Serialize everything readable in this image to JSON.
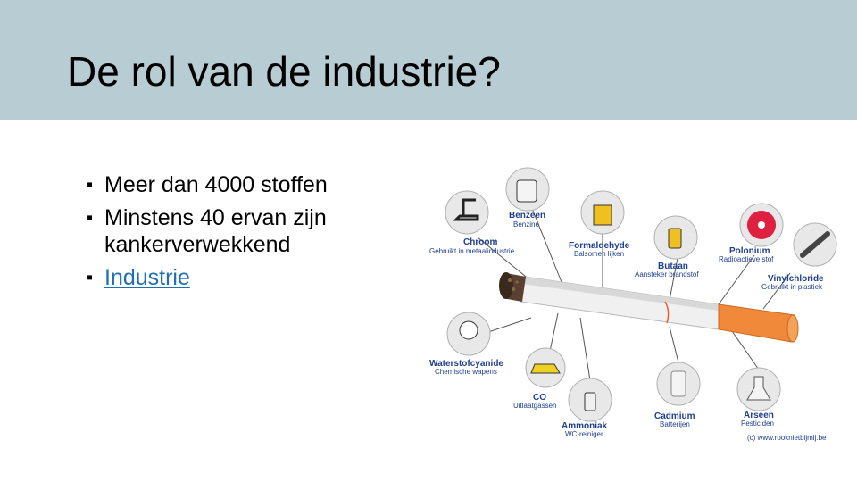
{
  "slide": {
    "title": "De rol van de industrie?",
    "bullets": [
      {
        "text": "Meer dan 4000 stoffen",
        "link": false
      },
      {
        "text": "Minstens 40 ervan zijn kankerverwekkend",
        "link": false
      },
      {
        "text": "Industrie",
        "link": true
      }
    ]
  },
  "figure": {
    "substances": [
      {
        "name": "Chroom",
        "use": "Gebruikt in metaalindustrie",
        "icon": "crane-icon"
      },
      {
        "name": "Benzeen",
        "use": "Benzine",
        "icon": "jerrycan-icon"
      },
      {
        "name": "Formaldehyde",
        "use": "Balsomen lijken",
        "icon": "formaldehyde-bottle-icon"
      },
      {
        "name": "Butaan",
        "use": "Aansteker brandstof",
        "icon": "lighter-icon"
      },
      {
        "name": "Polonium",
        "use": "Radioactieve stof",
        "icon": "radiation-icon"
      },
      {
        "name": "Vinylchloride",
        "use": "Gebruikt in plastiek",
        "icon": "pipe-icon"
      },
      {
        "name": "Waterstofcyanide",
        "use": "Chemische wapens",
        "icon": "skull-icon"
      },
      {
        "name": "CO",
        "use": "Uitlaatgassen",
        "icon": "car-icon"
      },
      {
        "name": "Ammoniak",
        "use": "WC-reiniger",
        "icon": "spray-bottle-icon"
      },
      {
        "name": "Cadmium",
        "use": "Batterijen",
        "icon": "battery-icon"
      },
      {
        "name": "Arseen",
        "use": "Pesticiden",
        "icon": "flask-icon"
      }
    ],
    "credit": "(c) www.rooknietbijmij.be",
    "colors": {
      "label": "#1e3e8e",
      "filter": "#f08a3a",
      "ash": "#5a4030"
    }
  }
}
